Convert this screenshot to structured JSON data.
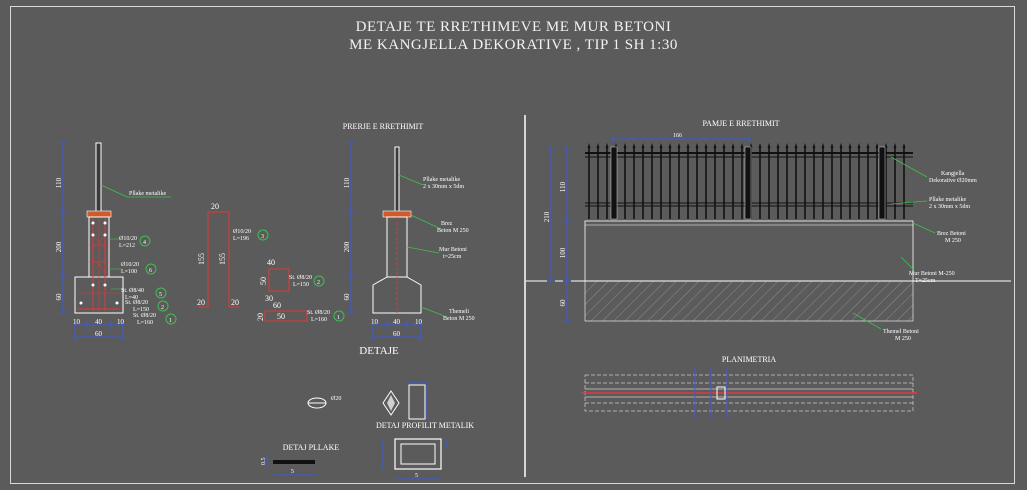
{
  "title": {
    "line1": "DETAJE TE RRETHIMEVE ME MUR BETONI",
    "line2": "ME KANGJELLA DEKORATIVE , TIP 1  SH 1:30"
  },
  "sections": {
    "prerje": "PRERJE E RRETHIMIT",
    "pamje": "PAMJE E RRETHIMIT",
    "detaje": "DETAJE",
    "planimetria": "PLANIMETRIA",
    "detaj_profilit": "DETAJ PROFILIT METALIK",
    "detaj_pllake": "DETAJ PLLAKE"
  },
  "left_detail": {
    "dims": {
      "d110": "110",
      "d200": "200",
      "d60": "60",
      "b10a": "10",
      "b40": "40",
      "b10b": "10",
      "b60": "60"
    },
    "labels": {
      "pllaka": "Pllake metalike",
      "r4a": "Ø10/20",
      "r4b": "L=212",
      "n4": "4",
      "r6a": "Ø10/20",
      "r6b": "L=100",
      "n6": "6",
      "r5a": "St. Ø8/40",
      "r5b": "L=40",
      "n5": "5",
      "r2a": "St. Ø8/20",
      "r2b": "L=150",
      "n2": "2",
      "r1a": "St. Ø8/20",
      "r1b": "L=160",
      "n1": "1"
    }
  },
  "bars": {
    "b3_top": "20",
    "b3_left": "155",
    "b3_right": "155",
    "b3_bl": "20",
    "b3_br": "20",
    "b3_a": "Ø10/20",
    "b3_b": "L=196",
    "b3_n": "3",
    "b2_top": "40",
    "b2_left": "50",
    "b2_bot": "30",
    "b2_a": "St. Ø8/20",
    "b2_b": "L=150",
    "b2_n": "2",
    "b1_top": "60",
    "b1_left": "20",
    "b1_mid": "50",
    "b1_a": "St. Ø8/20",
    "b1_b": "L=160",
    "b1_n": "1"
  },
  "section_detail": {
    "dims": {
      "d110": "110",
      "d200": "200",
      "d60": "60",
      "b10a": "10",
      "b40": "40",
      "b10b": "10",
      "b60": "60"
    },
    "labels": {
      "pl1": "Pllake metalike",
      "pl2": "2 x 30mm x 5dm",
      "sr1": "Brez",
      "sr2": "Beton M 250",
      "mb1": "Mur Betoni",
      "mb2": "t=25cm",
      "th1": "Themeli",
      "th2": "Beton M 250"
    }
  },
  "elevation": {
    "d166": "166",
    "d210": "210",
    "d110": "110",
    "d100": "100",
    "d60": "60",
    "labels": {
      "kg1": "Kangjella",
      "kg2": "Dekorative Ø20mm",
      "pl1": "Pllake metalike",
      "pl2": "2 x 30mm x 5dm",
      "br1": "Brez Betoni",
      "br2": "M 250",
      "mb1": "Mur Betoni M-250",
      "mb2": "T=25cm",
      "th1": "Themel Betoni",
      "th2": "M 250"
    }
  },
  "misc": {
    "circle_label": "Ø20",
    "prof_w": "5",
    "pll_w": "5",
    "pll_t": "0.5"
  }
}
